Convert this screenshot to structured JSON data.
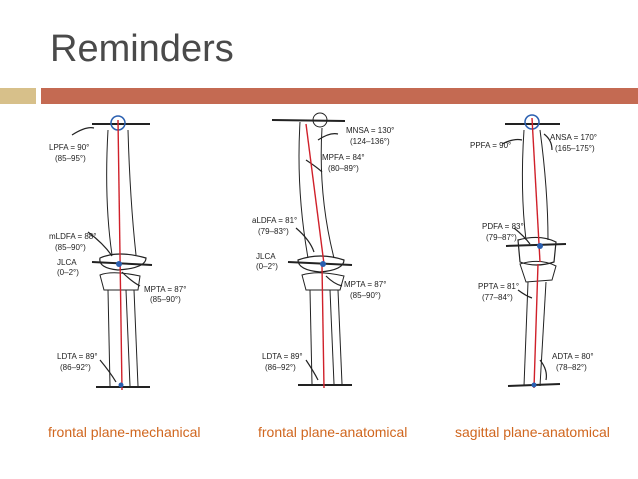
{
  "slide": {
    "title": "Reminders"
  },
  "diagrams": [
    {
      "caption": "frontal plane-mechanical",
      "labels": [
        "LPFA = 90°",
        "(85–95°)",
        "mLDFA = 88°",
        "(85–90°)",
        "JLCA",
        "(0–2°)",
        "MPTA = 87°",
        "(85–90°)",
        "LDTA = 89°",
        "(86–92°)"
      ]
    },
    {
      "caption": "frontal plane-anatomical",
      "labels": [
        "MNSA = 130°",
        "(124–136°)",
        "MPFA = 84°",
        "(80–89°)",
        "aLDFA = 81°",
        "(79–83°)",
        "JLCA",
        "(0–2°)",
        "MPTA = 87°",
        "(85–90°)",
        "LDTA = 89°",
        "(86–92°)"
      ]
    },
    {
      "caption": "sagittal plane-anatomical",
      "labels": [
        "PPFA = 90°",
        "ANSA = 170°",
        "(165–175°)",
        "PDFA = 83°",
        "(79–87°)",
        "PPTA = 81°",
        "(77–84°)",
        "ADTA = 80°",
        "(78–82°)"
      ]
    }
  ],
  "colors": {
    "title": "#4a4a4a",
    "bar_gold": "#d7c08a",
    "bar_red": "#c46a52",
    "caption": "#d0661e",
    "axis_red": "#d0202a",
    "marker_blue": "#2a5fb0"
  }
}
